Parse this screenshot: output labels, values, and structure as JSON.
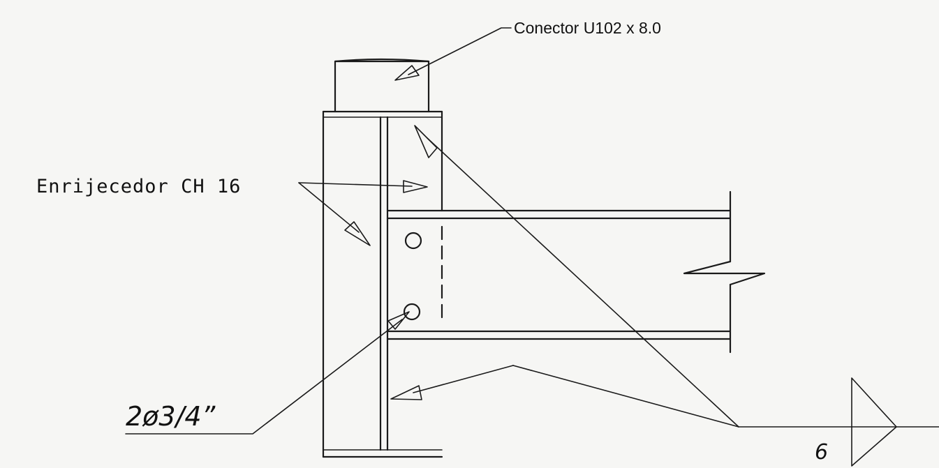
{
  "labels": {
    "connector": "Conector U102 x 8.0",
    "stiffener": "Enrijecedor CH 16",
    "bolts": "2ø3/4”",
    "weld_size": "6"
  },
  "colors": {
    "paper": "#f6f6f4",
    "ink": "#1a1a1a"
  }
}
